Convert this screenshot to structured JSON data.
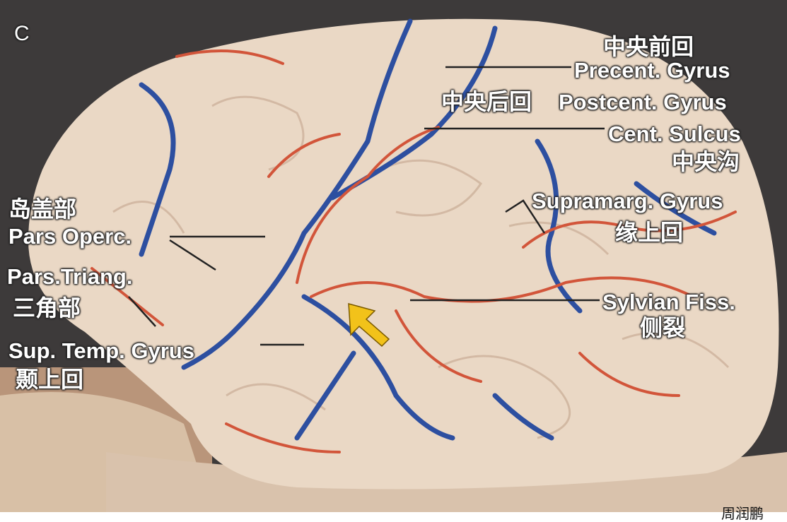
{
  "panel_letter": "C",
  "labels": {
    "precentral_cn": "中央前回",
    "precentral_en": "Precent. Gyrus",
    "postcentral_cn": "中央后回",
    "postcentral_en": "Postcent. Gyrus",
    "central_sulcus_en": "Cent. Sulcus",
    "central_sulcus_cn": "中央沟",
    "supramarginal_en": "Supramarg. Gyrus",
    "supramarginal_cn": "缘上回",
    "pars_operc_cn": "岛盖部",
    "pars_operc_en": "Pars Operc.",
    "pars_triang_en": "Pars.Triang.",
    "pars_triang_cn": "三角部",
    "sylvian_en": "Sylvian Fiss.",
    "sylvian_cn": "侧裂",
    "sup_temp_en": "Sup. Temp. Gyrus",
    "sup_temp_cn": "颞上回"
  },
  "signature": "周润鹏",
  "colors": {
    "background": "#3a3838",
    "brain": "#e9d6c2",
    "artery": "#d2553a",
    "vein": "#2d4fa0",
    "arrow": "#f2c21a"
  }
}
